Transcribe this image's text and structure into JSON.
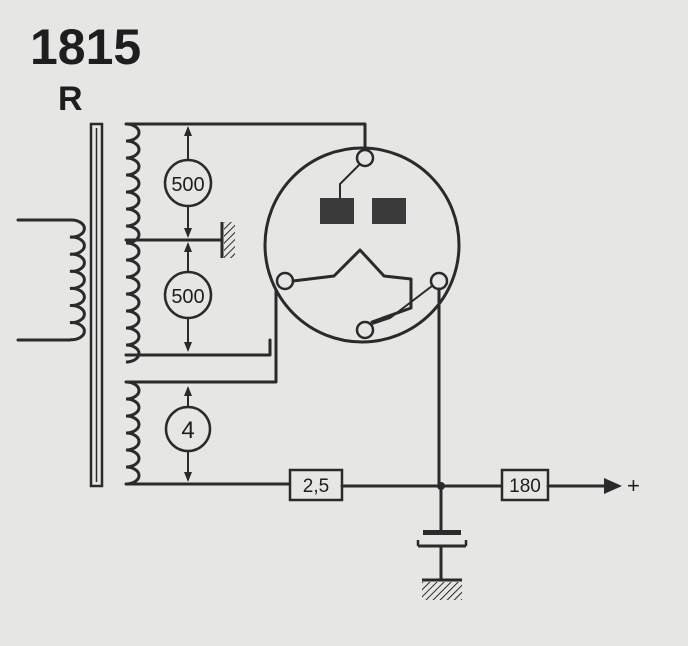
{
  "header": {
    "model": "1815",
    "suffix": "R"
  },
  "meters": {
    "upper": "500",
    "middle": "500",
    "lower": "4"
  },
  "resistors": {
    "left": "2,5",
    "right": "180"
  },
  "output": {
    "polarity": "+"
  },
  "colors": {
    "background": "#e6e6e4",
    "ink": "#2a2a2a",
    "cathode": "#3a3a3a"
  }
}
